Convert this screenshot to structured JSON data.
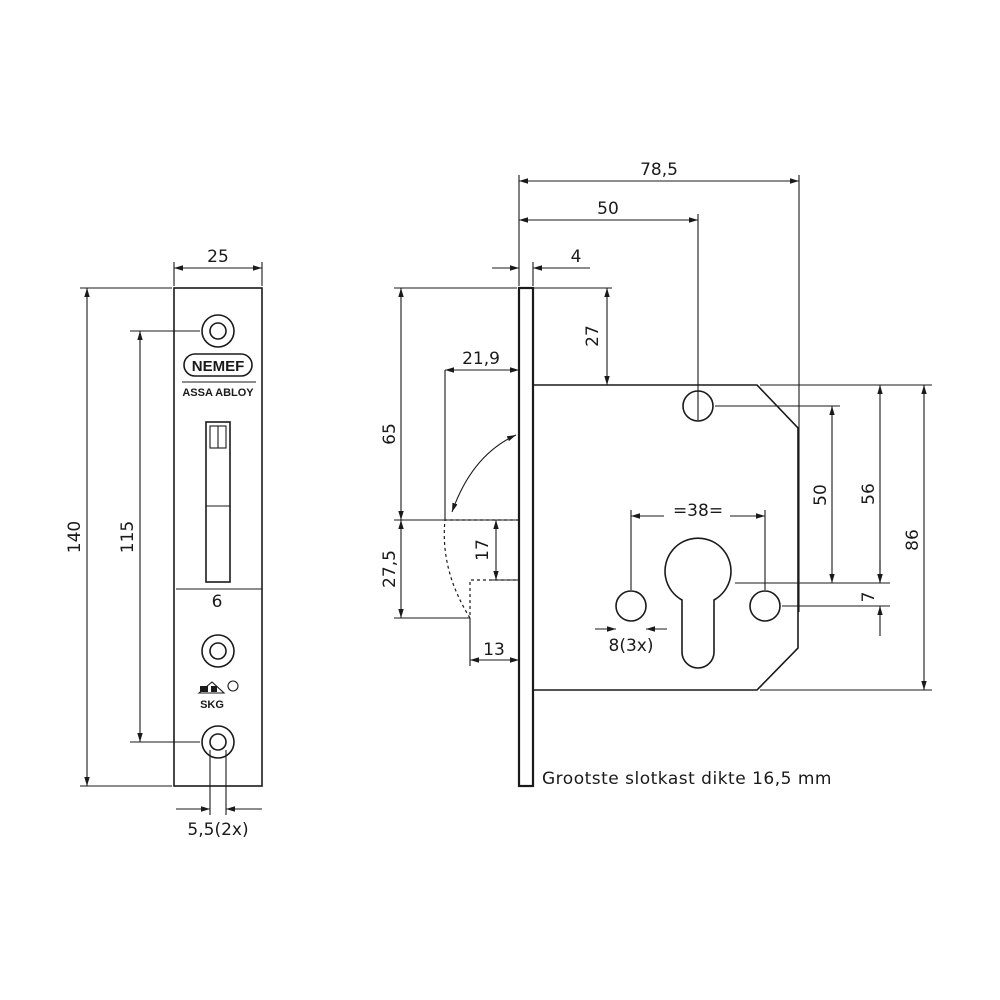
{
  "front_view": {
    "dim_width": "25",
    "dim_height_total": "140",
    "dim_hole_spacing": "115",
    "dim_latch_width": "6",
    "dim_screw_holes": "5,5(2x)",
    "brand": "NEMEF",
    "brand_sub": "ASSA ABLOY",
    "cert_mark": "SKG"
  },
  "side_view": {
    "dim_total_depth": "78,5",
    "dim_backset": "50",
    "dim_faceplate": "4",
    "dim_top_offset": "27",
    "dim_latch_height": "65",
    "dim_latch_projection": "21,9",
    "dim_lower": "27,5",
    "dim_latch_step": "17",
    "dim_latch_depth": "13",
    "dim_cylinder_spacing": "=38=",
    "dim_vertical_50": "50",
    "dim_vertical_56": "56",
    "dim_vertical_86": "86",
    "dim_vertical_7": "7",
    "dim_holes": "8(3x)"
  },
  "note": "Grootste slotkast dikte 16,5 mm"
}
